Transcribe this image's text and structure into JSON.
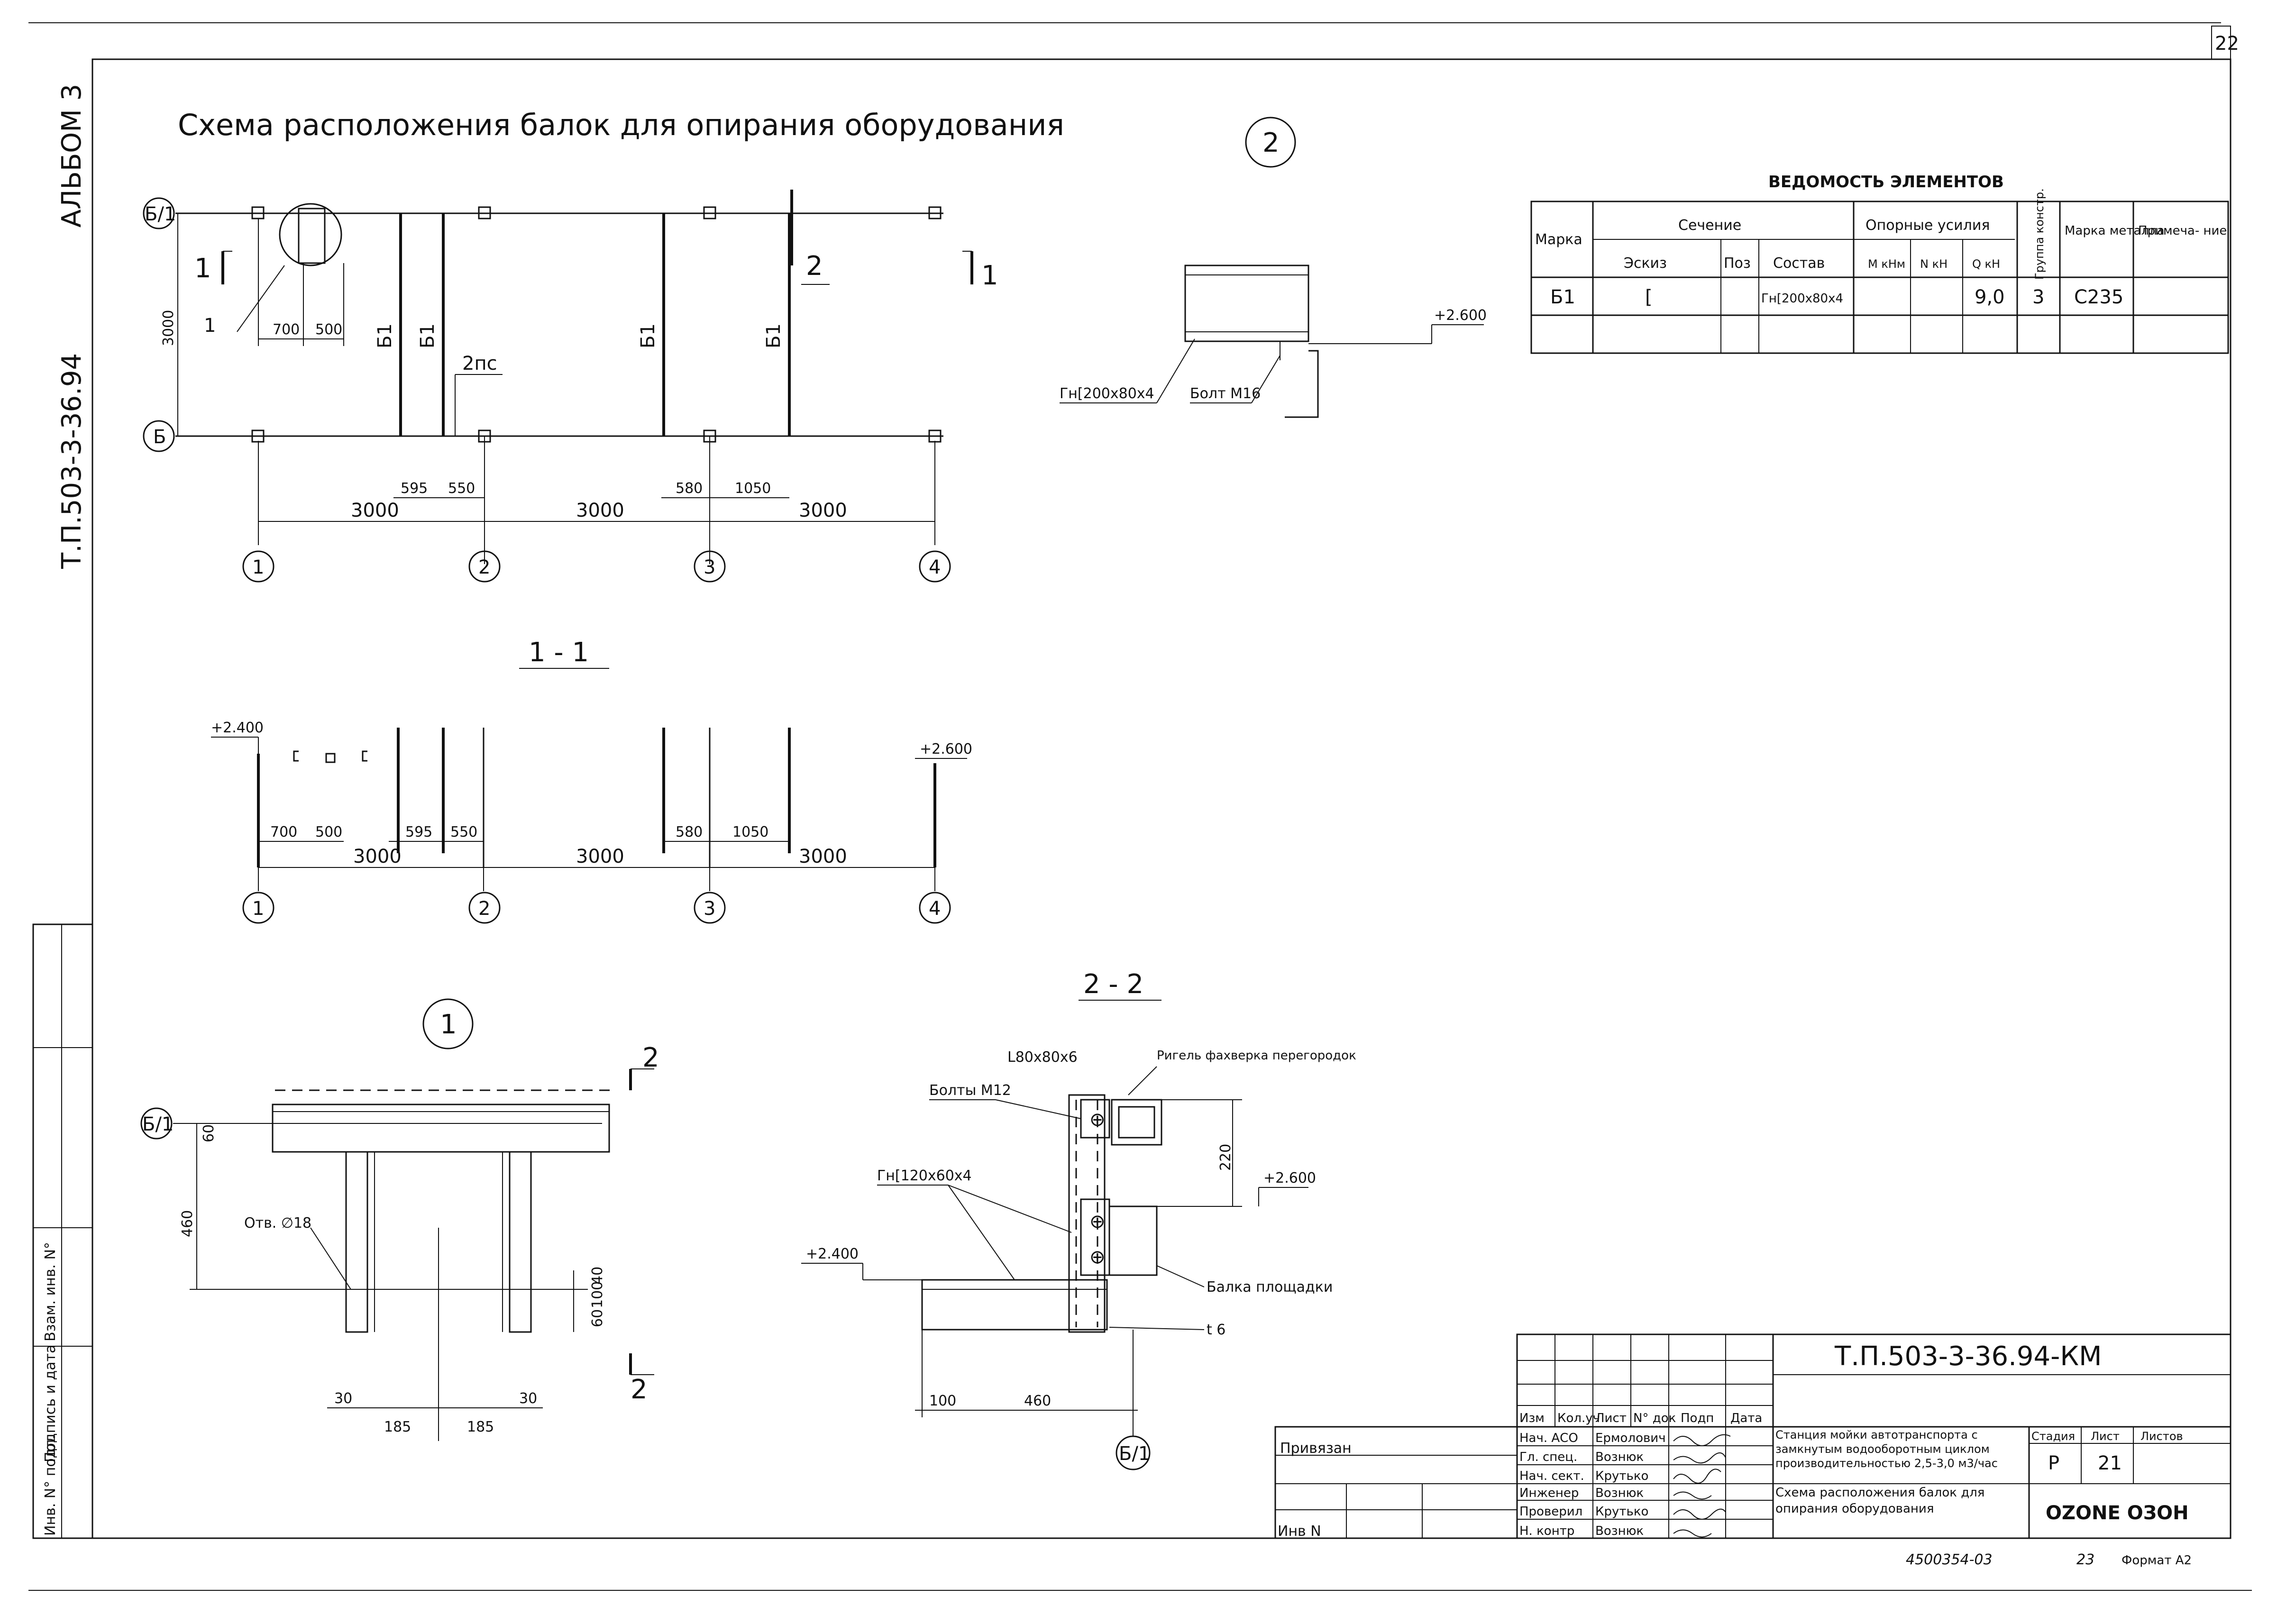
{
  "sheet": {
    "page_number": "22",
    "title": "Схема расположения балок для опирания оборудования",
    "side_code": "Т.П.503-3-36.94",
    "side_album": "АЛЬБОМ 3",
    "stamp_inv_no": "Инв. N° подл.",
    "stamp_sign_date": "Подпись и дата",
    "stamp_replace": "Взам. инв. N°"
  },
  "plan": {
    "axis_b1": "Б/1",
    "axis_b": "Б",
    "axes": [
      "1",
      "2",
      "3",
      "4"
    ],
    "span_dims": [
      "3000",
      "3000",
      "3000"
    ],
    "dim_3000_vertical": "3000",
    "beam_mark": "Б1",
    "label_2pc": "2пс",
    "cut_1": "1",
    "cut_2": "2",
    "leader_1": "1",
    "dims_top": [
      "700",
      "500"
    ],
    "dims_bottom": [
      "595",
      "550",
      "580",
      "1050"
    ]
  },
  "section_1_1": {
    "title": "1 - 1",
    "elev_left": "+2.400",
    "elev_right": "+2.600",
    "dims": [
      "700",
      "500",
      "595",
      "550",
      "580",
      "1050"
    ],
    "span_dims": [
      "3000",
      "3000",
      "3000"
    ],
    "axes": [
      "1",
      "2",
      "3",
      "4"
    ]
  },
  "node_1": {
    "label": "1",
    "axis": "Б/1",
    "dim_60": "60",
    "dim_460": "460",
    "hole": "Отв. ∅18",
    "dims_bottom": [
      "30",
      "185",
      "185",
      "30"
    ],
    "dims_right": [
      "60",
      "100",
      "40"
    ],
    "cut": "2"
  },
  "node_2": {
    "label": "2",
    "profile": "Гн[200x80x4",
    "bolt": "Болт М16",
    "elev": "+2.600"
  },
  "section_2_2": {
    "title": "2 - 2",
    "angle": "L80x80x6",
    "bolts": "Болты М12",
    "girder": "Ригель фахверка перегородок",
    "profile": "Гн[120x60x4",
    "elev_top": "+2.600",
    "elev_left": "+2.400",
    "dim_220": "220",
    "platform_beam": "Балка площадки",
    "plate": "t 6",
    "dims_bottom": [
      "100",
      "460"
    ],
    "axis": "Б/1"
  },
  "elements_table": {
    "title": "ВЕДОМОСТЬ ЭЛЕМЕНТОВ",
    "headers": {
      "mark": "Марка",
      "section": "Сечение",
      "sketch": "Эскиз",
      "pos": "Поз",
      "composition": "Состав",
      "forces": "Опорные усилия",
      "m": "М кНм",
      "n": "N кН",
      "q": "Q кН",
      "group": "Группа констр.",
      "steel": "Марка металла",
      "note": "Примеча- ние"
    },
    "rows": [
      {
        "mark": "Б1",
        "sketch": "[",
        "pos": "",
        "composition": "Гн[200x80x4",
        "m": "",
        "n": "",
        "q": "9,0",
        "group": "3",
        "steel": "С235",
        "note": ""
      }
    ]
  },
  "title_block": {
    "code": "Т.П.503-3-36.94-КМ",
    "privyazan": "Привязан",
    "inv_n": "Инв N",
    "col_headers": [
      "Изм",
      "Кол.уч",
      "Лист",
      "N° док",
      "Подп",
      "Дата"
    ],
    "roles": [
      "Нач. АСО",
      "Гл. спец.",
      "Нач. сект.",
      "Инженер",
      "Проверил",
      "Н. контр"
    ],
    "names": [
      "Ермолович",
      "Вознюк",
      "Крутько",
      "Вознюк",
      "Крутько",
      "Вознюк"
    ],
    "project": "Станция мойки автотранспорта с замкнутым водооборотным циклом производительностью 2,5-3,0 м3/час",
    "sheet_name": "Схема расположения балок для опирания оборудования",
    "stage_label": "Стадия",
    "sheet_label": "Лист",
    "sheets_label": "Листов",
    "stage": "Р",
    "sheet": "21",
    "org": "OZONE ОЗОН",
    "archive_no": "4500354-03",
    "archive_sheet": "23",
    "format": "Формат А2"
  }
}
